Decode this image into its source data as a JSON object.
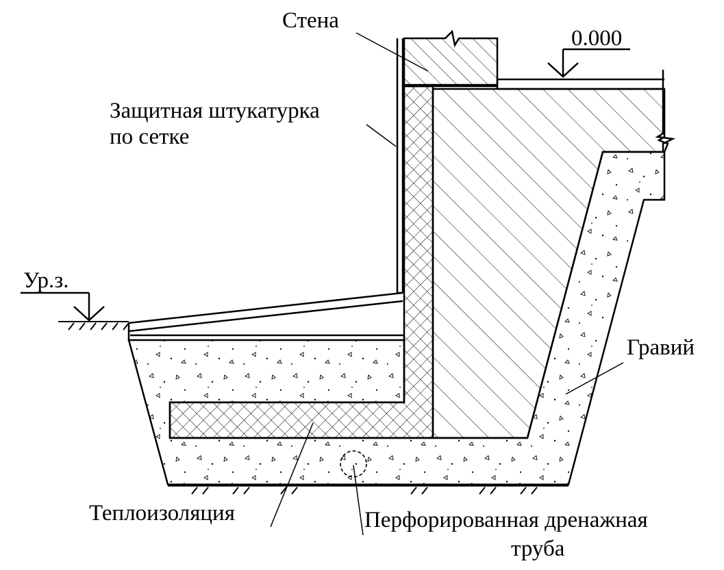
{
  "labels": {
    "wall": "Стена",
    "plaster_line1": "Защитная штукатурка",
    "plaster_line2": "по сетке",
    "level_zero": "0.000",
    "ground_level": "Ур.з.",
    "gravel": "Гравий",
    "insulation": "Теплоизоляция",
    "pipe_line1": "Перфорированная дренажная",
    "pipe_line2": "труба"
  },
  "colors": {
    "ink": "#000000",
    "paper": "#ffffff"
  }
}
